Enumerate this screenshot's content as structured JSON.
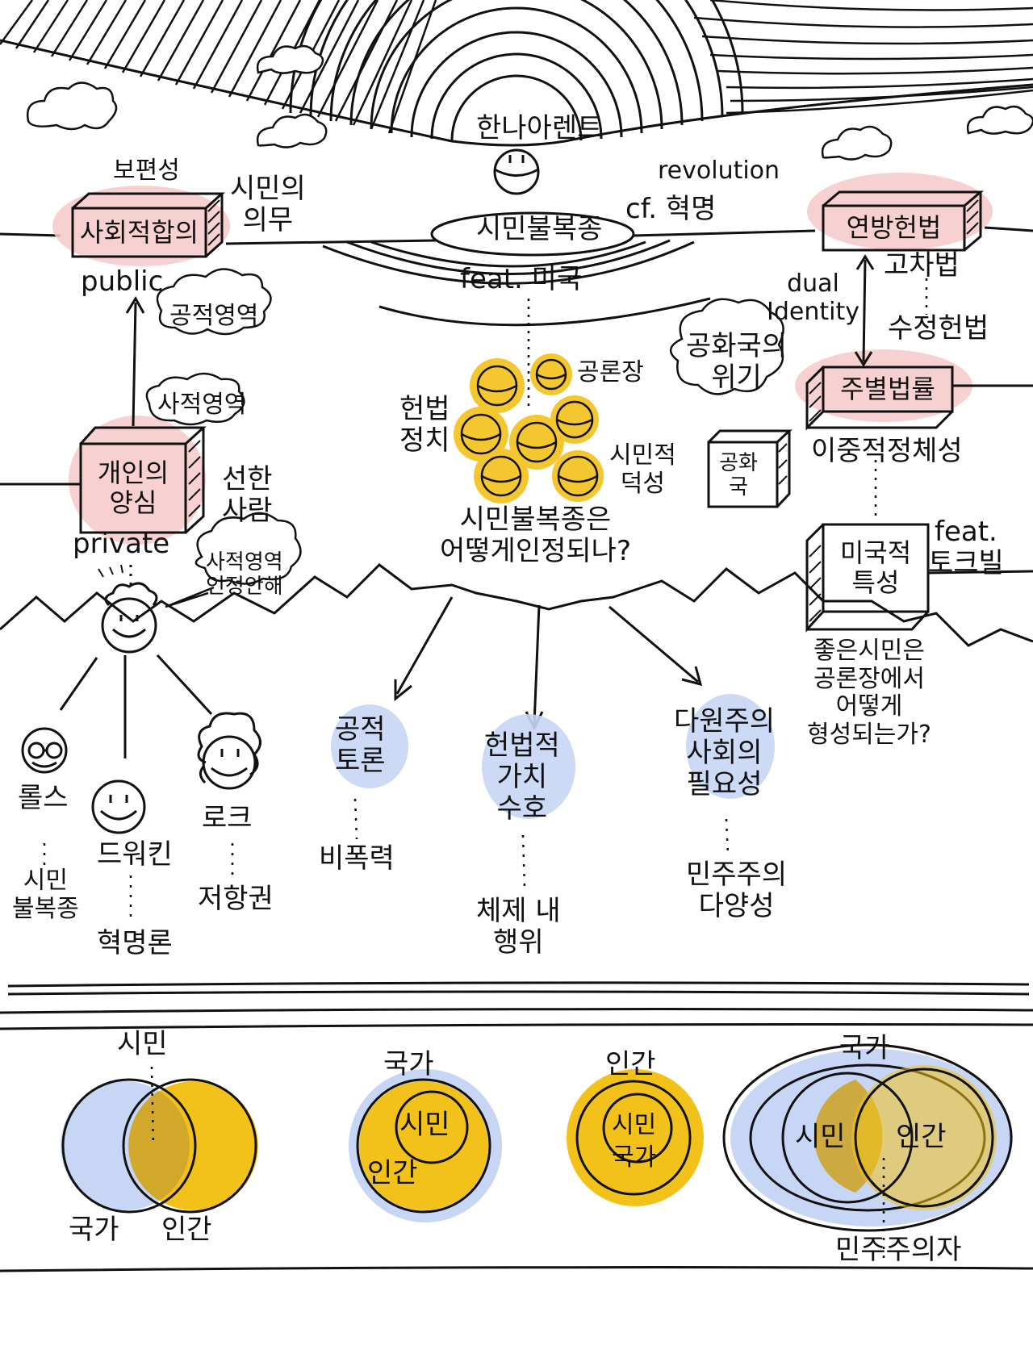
{
  "colors": {
    "pink": "#f6c9c9",
    "yellow": "#f3c21a",
    "blue": "#c8d6f5",
    "ink": "#111111"
  },
  "top": {
    "arendt": "한나아렌트",
    "civil_disobedience": "시민불복종",
    "revolution": "revolution",
    "cf_revolution": "cf. 혁명",
    "feat_usa": "feat. 미국"
  },
  "left": {
    "universality": "보편성",
    "civic_duty": "시민의\n의무",
    "social_contract": "사회적합의",
    "public": "public",
    "public_sphere": "공적영역",
    "private_sphere": "사적영역",
    "conscience": "개인의\n양심",
    "good_person": "선한\n사람",
    "private": "private",
    "bubble": "사적영역\n인정안해"
  },
  "center": {
    "constitutional_politics": "헌법\n정치",
    "public_forum": "공론장",
    "civic_virtue": "시민적\n덕성",
    "republic_crisis": "공화국의\n위기",
    "republic": "공화국",
    "question": "시민불복종은\n어떻게인정되나?"
  },
  "right": {
    "federal_constitution": "연방헌법",
    "higher_law": "고차법",
    "dual_identity": "dual\nIdentity",
    "amendment": "수정헌법",
    "state_law": "주별법률",
    "dual_identity_ko": "이중적정체성",
    "american_traits": "미국적\n특성",
    "feat_tocqueville": "feat.\n토크빌",
    "good_citizen_q": "좋은시민은\n공론장에서\n어떻게\n형성되는가?"
  },
  "people": {
    "rawls": "롤스",
    "rawls_sub": "시민\n불복종",
    "dworkin": "드워킨",
    "dworkin_sub": "혁명론",
    "locke": "로크",
    "locke_sub": "저항권"
  },
  "branches": {
    "public_debate": "공적\n토론",
    "nonviolence": "비폭력",
    "constitutional_values": "헌법적\n가치\n수호",
    "within_system": "체제 내\n행위",
    "pluralism_need": "다원주의\n사회의\n필요성",
    "democratic_diversity": "민주주의\n다양성"
  },
  "venn": {
    "d1_top": "시민",
    "d1_left": "국가",
    "d1_right": "인간",
    "d2_top": "국가",
    "d2_inner": "시민",
    "d2_middle": "인간",
    "d3_top": "인간",
    "d3_inner": "시민",
    "d3_middle": "국가",
    "d4_top": "국가",
    "d4_left": "시민",
    "d4_right": "인간",
    "d4_bottom": "민주주의자"
  }
}
